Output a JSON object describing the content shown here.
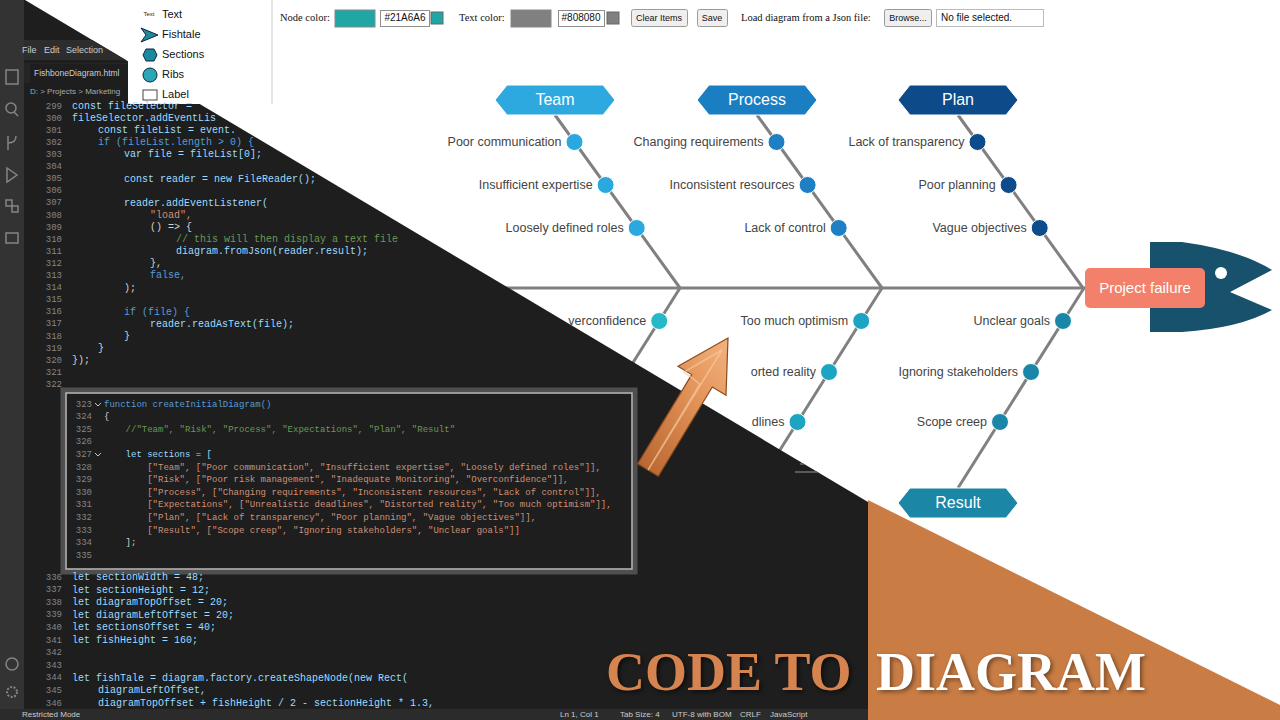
{
  "diagram": {
    "nodes": [
      {
        "text": [
          "#21A6A6"
        ]
      },
      {
        "text": [
          "#808080"
        ]
      },
      {
        "text": [
          "Clear Items"
        ]
      },
      {
        "text": [
          "Save"
        ]
      },
      {
        "text": [
          "Browse..."
        ]
      },
      {
        "text": [
          "No file selected."
        ]
      },
      {
        "text": [
          "Team"
        ]
      },
      {
        "text": [
          "Process"
        ]
      },
      {
        "text": [
          "Plan"
        ]
      },
      {
        "text": [
          "Project failure"
        ]
      },
      {
        "text": [
          "Result"
        ]
      }
    ],
    "labels": [
      "Text",
      "Text",
      "Fishtale",
      "Sections",
      "Ribs",
      "Label",
      "Node color:",
      "Text color:",
      "Load diagram from a Json file:",
      "File",
      "Edit",
      "Selection",
      "FishboneDiagram.html",
      "D: > Projects > Marketing",
      "299",
      "300",
      "301",
      "302",
      "303",
      "304",
      "305",
      "306",
      "307",
      "308",
      "309",
      "310",
      "311",
      "312",
      "313",
      "314",
      "315",
      "316",
      "317",
      "318",
      "319",
      "320",
      "321",
      "322",
      "const fileSelector =",
      "fileSelector.addEventLis",
      "const fileList = event.",
      "if (fileList.length > 0) {",
      "var file = fileList[0];",
      "const reader = new FileReader();",
      "reader.addEventListener(",
      "\"load\",",
      "() => {",
      "// this will then display a text file",
      "diagram.fromJson(reader.result);",
      "},",
      "false,",
      ");",
      "if (file) {",
      "reader.readAsText(file);",
      "}",
      "}",
      "});",
      "323",
      "324",
      "325",
      "326",
      "327",
      "328",
      "329",
      "330",
      "331",
      "332",
      "333",
      "334",
      "335",
      "function createInitialDiagram()",
      "{",
      "//\"Team\", \"Risk\", \"Process\", \"Expectations\", \"Plan\", \"Result\"",
      "let sections = [",
      "[\"Team\", [\"Poor communication\", \"Insufficient expertise\", \"Loosely defined roles\"]],",
      "[\"Risk\", [\"Poor risk management\", \"Inadequate Monitoring\", \"Overconfidence\"]],",
      "[\"Process\", [\"Changing requirements\", \"Inconsistent resources\", \"Lack of control\"]],",
      "[\"Expectations\", [\"Unrealistic deadlines\", \"Distorted reality\", \"Too much optimism\"]],",
      "[\"Plan\", [\"Lack of transparency\", \"Poor planning\", \"Vague objectives\"]],",
      "[\"Result\", [\"Scope creep\", \"Ignoring stakeholders\", \"Unclear goals\"]]",
      "];",
      "336",
      "337",
      "338",
      "339",
      "340",
      "341",
      "342",
      "343",
      "344",
      "345",
      "346",
      "let sectionWidth = 48;",
      "let sectionHeight = 12;",
      "let diagramTopOffset = 20;",
      "let diagramLeftOffset = 20;",
      "let sectionsOffset = 40;",
      "let fishHeight = 160;",
      "let fishTale = diagram.factory.createShapeNode(new Rect(",
      "diagramLeftOffset,",
      "diagramTopOffset + fishHeight / 2 - sectionHeight * 1.3,",
      "Restricted Mode",
      "Ln 1, Col 1",
      "Tab Size: 4",
      "UTF-8 with BOM",
      "CRLF",
      "JavaScript",
      "Poor communication",
      "Insufficient expertise",
      "Loosely defined roles",
      "Changing requirements",
      "Inconsistent resources",
      "Lack of control",
      "Lack of transparency",
      "Poor planning",
      "Vague objectives",
      "verconfidence",
      "Too much optimism",
      "orted reality",
      "dlines",
      "Unclear goals",
      "Ignoring stakeholders",
      "Scope creep",
      "CODE TO",
      "DIAGRAM"
    ]
  }
}
